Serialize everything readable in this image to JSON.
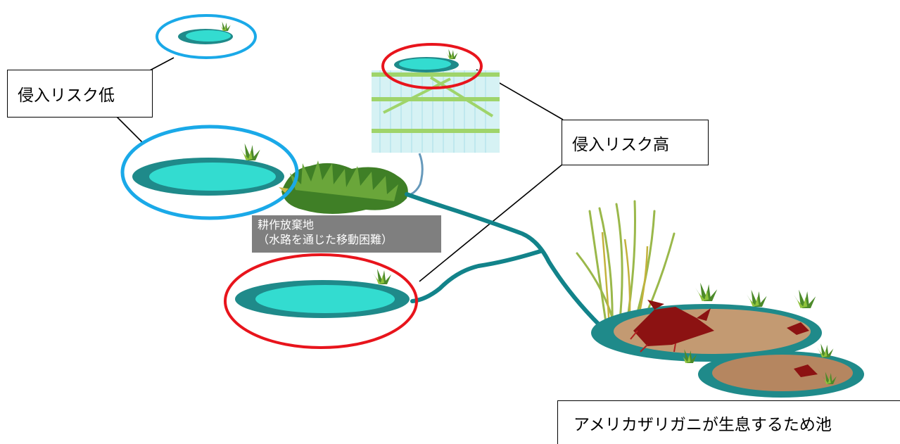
{
  "labels": {
    "risk_low": "侵入リスク低",
    "risk_high": "侵入リスク高",
    "abandoned_line1": "耕作放棄地",
    "abandoned_line2": "（水路を通じた移動困難）",
    "crayfish_pond": "アメリカザリガニが生息するため池"
  },
  "colors": {
    "low_risk_ring": "#1aa9e8",
    "high_risk_ring": "#e8141c",
    "pond_water": "#33dcd0",
    "pond_rim": "#1f8a8a",
    "channel": "#12838a",
    "grass": "#4c8a2a",
    "mud": "#c39a72",
    "crayfish": "#8c1212"
  },
  "icons": [
    "small-pond-icon",
    "large-pond-icon",
    "paddy-field-icon",
    "abandoned-farmland-icon",
    "crayfish-pond-icon"
  ]
}
